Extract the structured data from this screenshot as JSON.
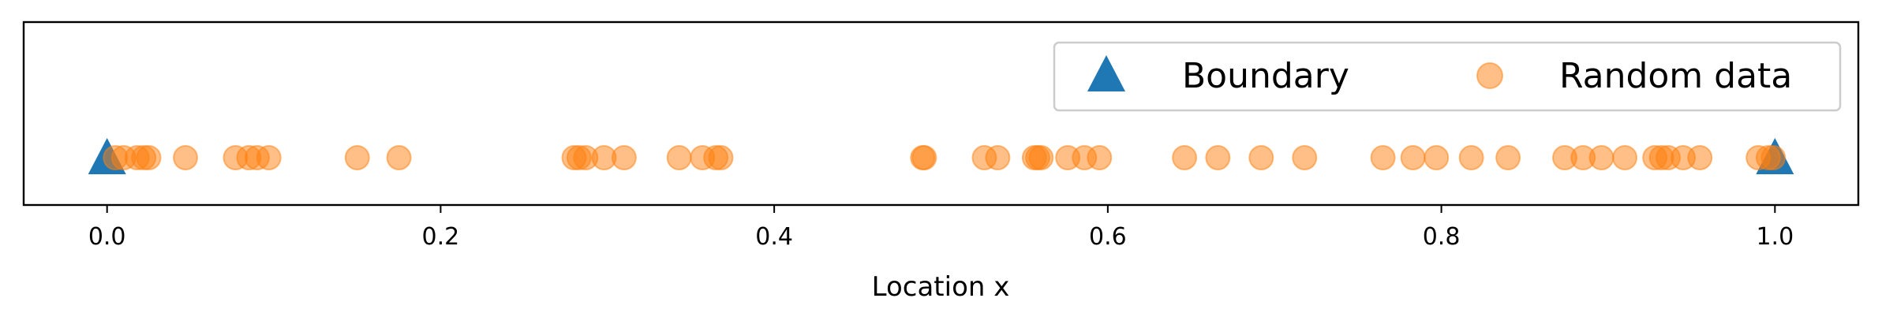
{
  "chart_data": {
    "type": "scatter",
    "title": "",
    "xlabel": "Location x",
    "ylabel": "",
    "xlim": [
      -0.05,
      1.05
    ],
    "xticks": [
      "0.0",
      "0.2",
      "0.4",
      "0.6",
      "0.8",
      "1.0"
    ],
    "xtick_values": [
      0.0,
      0.2,
      0.4,
      0.6,
      0.8,
      1.0
    ],
    "y_axis_visible": false,
    "grid": false,
    "legend_position": "top-right",
    "series": [
      {
        "name": "Boundary",
        "marker": "triangle",
        "color": "#1f77b4",
        "x": [
          0.0,
          1.0
        ]
      },
      {
        "name": "Random data",
        "marker": "circle",
        "color": "#ff7f0e",
        "opacity": 0.5,
        "x": [
          0.005,
          0.01,
          0.018,
          0.022,
          0.025,
          0.047,
          0.077,
          0.085,
          0.09,
          0.097,
          0.15,
          0.175,
          0.28,
          0.283,
          0.287,
          0.298,
          0.31,
          0.343,
          0.357,
          0.365,
          0.368,
          0.489,
          0.49,
          0.526,
          0.534,
          0.556,
          0.558,
          0.56,
          0.576,
          0.586,
          0.595,
          0.646,
          0.666,
          0.692,
          0.718,
          0.765,
          0.783,
          0.797,
          0.818,
          0.84,
          0.874,
          0.885,
          0.896,
          0.91,
          0.928,
          0.932,
          0.936,
          0.945,
          0.955,
          0.99,
          0.996,
          0.999
        ]
      }
    ]
  }
}
